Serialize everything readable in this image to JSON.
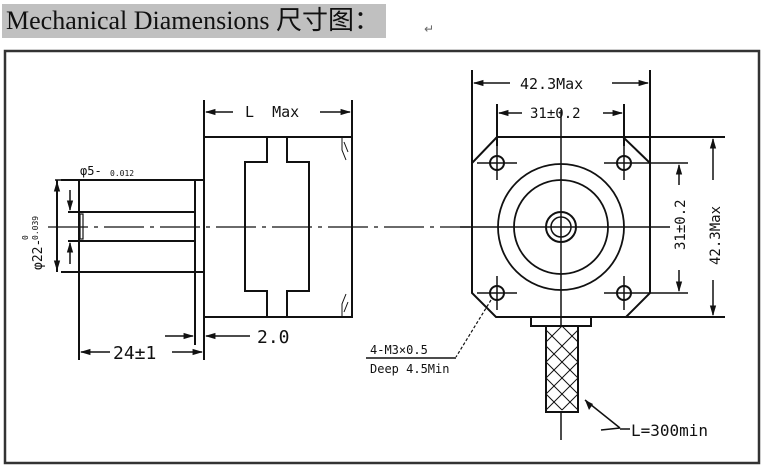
{
  "heading": {
    "text": "Mechanical Diamensions 尺寸图：",
    "paragraph_mark": "↵",
    "highlight_color": "#c0c0c0"
  },
  "drawing": {
    "side_view": {
      "shaft_diameter_label": "φ5-0.012",
      "shaft_diameter_main": "φ5-",
      "shaft_diameter_tol": "0.012",
      "boss_diameter_main": "φ22-",
      "boss_diameter_tol_upper": "0",
      "boss_diameter_tol_lower": "0.039",
      "body_length_label": "L  Max",
      "boss_height_label": "2.0",
      "shaft_length_label": "24±1"
    },
    "front_view": {
      "outer_width_label": "42.3Max",
      "hole_spacing_h_label": "31±0.2",
      "hole_spacing_v_label": "31±0.2",
      "outer_height_label": "42.3Max",
      "thread_spec_line1": "4-M3×0.5",
      "thread_spec_line2": "Deep 4.5Min",
      "cable_length_label": "L=300min"
    },
    "line_color": "#111111",
    "frame_color": "#333333"
  }
}
